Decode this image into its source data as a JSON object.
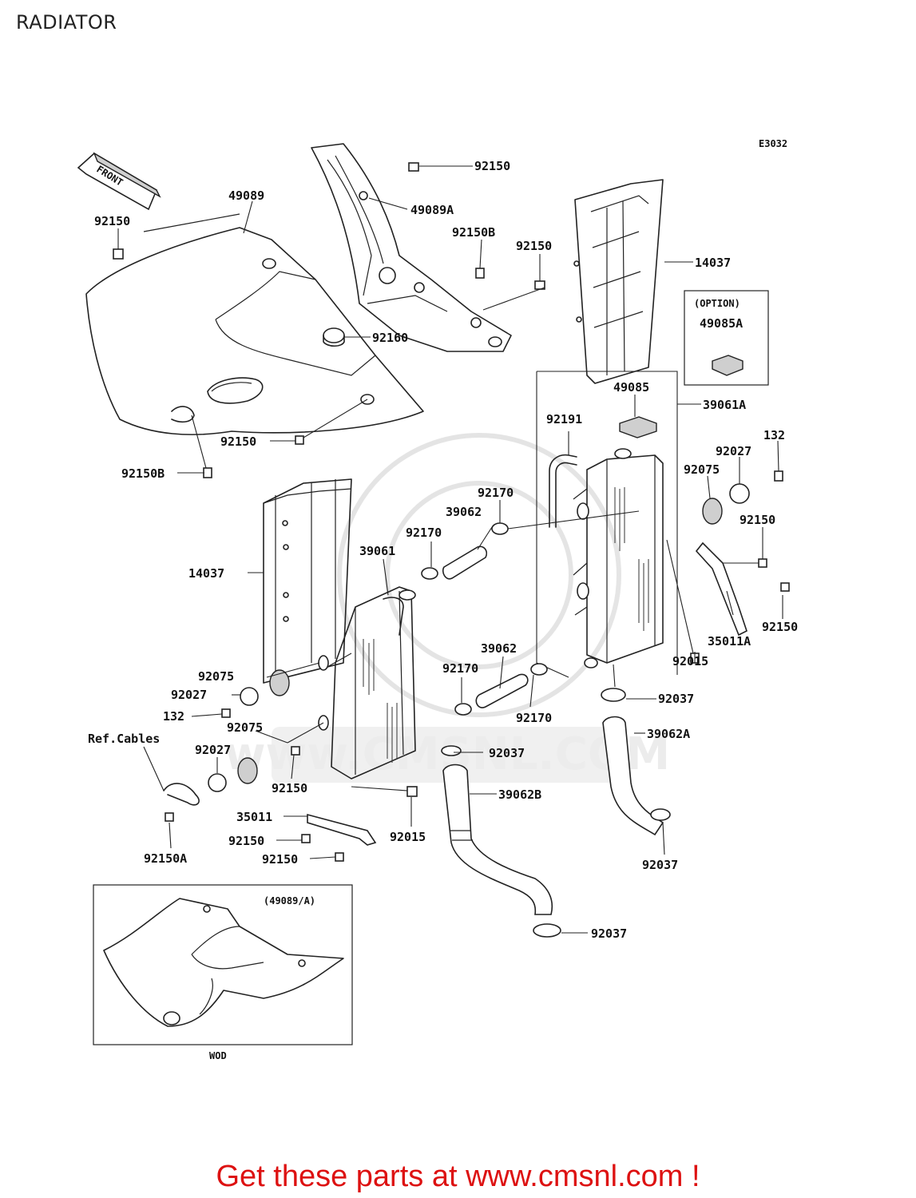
{
  "page": {
    "title": "RADIATOR",
    "diagram_code": "E3032",
    "footer": "Get these parts at www.cmsnl.com !"
  },
  "diagram": {
    "front_arrow": "FRONT",
    "option_box": {
      "line1": "(OPTION)",
      "line2": "49085A"
    },
    "inset": {
      "caption": "(49089/A)",
      "label": "WOD"
    },
    "watermark": "www.CMSNL.COM",
    "labels": {
      "l49089": "49089",
      "l92150_a": "92150",
      "l92150_b": "92150",
      "l49089A": "49089A",
      "l92150B_a": "92150B",
      "l92150_c": "92150",
      "l14037_a": "14037",
      "l92160": "92160",
      "l92150_d": "92150",
      "l92150B_b": "92150B",
      "l49085": "49085",
      "l39061A": "39061A",
      "l92191": "92191",
      "l92027_a": "92027",
      "l132_a": "132",
      "l92075_a": "92075",
      "l92170_a": "92170",
      "l39062_a": "39062",
      "l92150_e": "92150",
      "l92170_b": "92170",
      "l39061": "39061",
      "l14037_b": "14037",
      "l92150_f": "92150",
      "l92015_a": "92015",
      "l35011A": "35011A",
      "l39062_b": "39062",
      "l92170_c": "92170",
      "l92075_b": "92075",
      "l92027_b": "92027",
      "l92037_a": "92037",
      "l132_b": "132",
      "l92075_c": "92075",
      "l92170_d": "92170",
      "l39062A": "39062A",
      "lRefCables": "Ref.Cables",
      "l92027_c": "92027",
      "l92037_b": "92037",
      "l92150_g": "92150",
      "l39062B": "39062B",
      "l35011": "35011",
      "l92015_b": "92015",
      "l92150A": "92150A",
      "l92150_h": "92150",
      "l92150_i": "92150",
      "l92037_c": "92037",
      "l92037_d": "92037"
    }
  }
}
